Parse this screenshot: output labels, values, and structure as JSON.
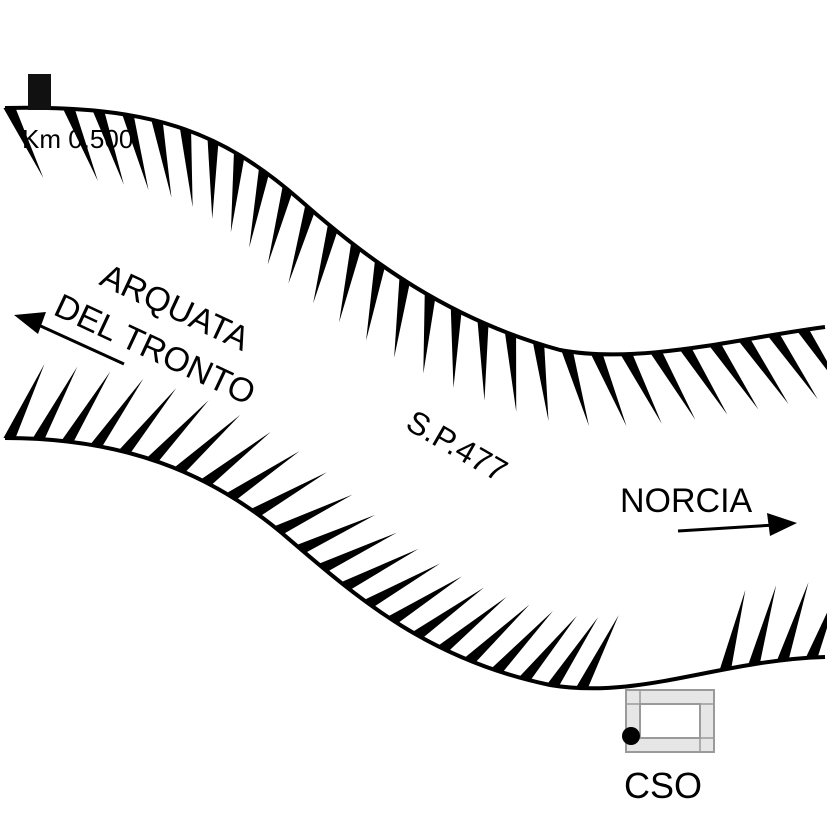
{
  "labels": {
    "km_marker": "Km 0,500",
    "road_name": "S.P.477",
    "dest_west_line1": "ARQUATA",
    "dest_west_line2": "DEL TRONTO",
    "dest_east": "NORCIA",
    "station": "CSO"
  },
  "colors": {
    "ink": "#000000",
    "background": "#ffffff",
    "station_fill": "#e6e6e6",
    "station_stroke": "#9a9a9a"
  },
  "icons": {
    "km_marker": "square-marker-icon",
    "station": "station-building-icon",
    "station_point": "dot-marker-icon",
    "arrow_west": "arrow-left-icon",
    "arrow_east": "arrow-right-icon"
  }
}
